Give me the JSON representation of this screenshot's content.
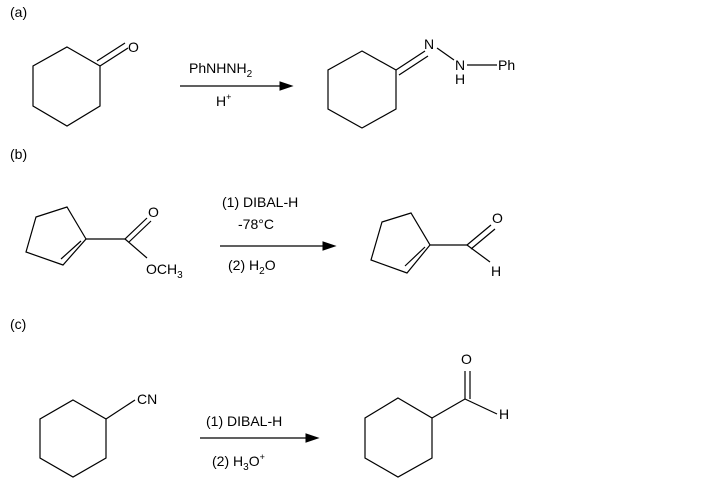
{
  "reactions": [
    {
      "label": "(a)",
      "reagent_top": "PhNHNH2",
      "reagent_bottom": "H+",
      "reactant": {
        "hetero_atom": "O"
      },
      "product": {
        "n1": "N",
        "n2": "N",
        "h": "H",
        "ph": "Ph"
      }
    },
    {
      "label": "(b)",
      "reagent_line1": "(1) DIBAL-H",
      "reagent_line2": "-78°C",
      "reagent_line3": "(2) H2O",
      "reactant": {
        "carbonyl_o": "O",
        "ester_group": "OCH3"
      },
      "product": {
        "carbonyl_o": "O",
        "aldehyde_h": "H"
      }
    },
    {
      "label": "(c)",
      "reagent_line1": "(1) DIBAL-H",
      "reagent_line2": "(2) H3O+",
      "reactant": {
        "group": "CN"
      },
      "product": {
        "carbonyl_o": "O",
        "aldehyde_h": "H"
      }
    }
  ]
}
